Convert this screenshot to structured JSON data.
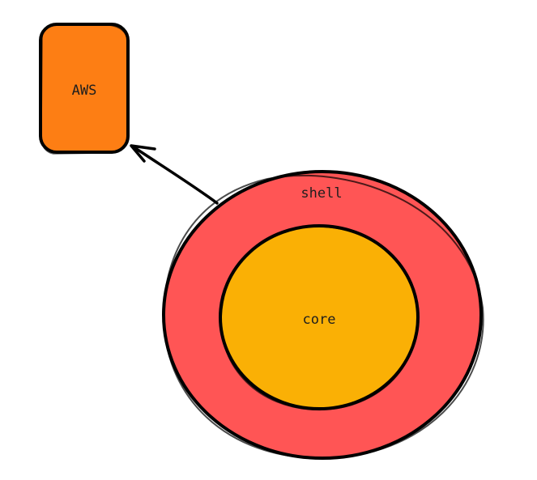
{
  "nodes": {
    "aws": {
      "label": "AWS",
      "color": "#fd7e14"
    },
    "shell": {
      "label": "shell",
      "color": "#ff5555"
    },
    "core": {
      "label": "core",
      "color": "#fab005"
    }
  },
  "edges": [
    {
      "from": "shell",
      "to": "aws",
      "arrow": "end"
    }
  ],
  "style": {
    "stroke": "#000000",
    "background": "#ffffff"
  }
}
